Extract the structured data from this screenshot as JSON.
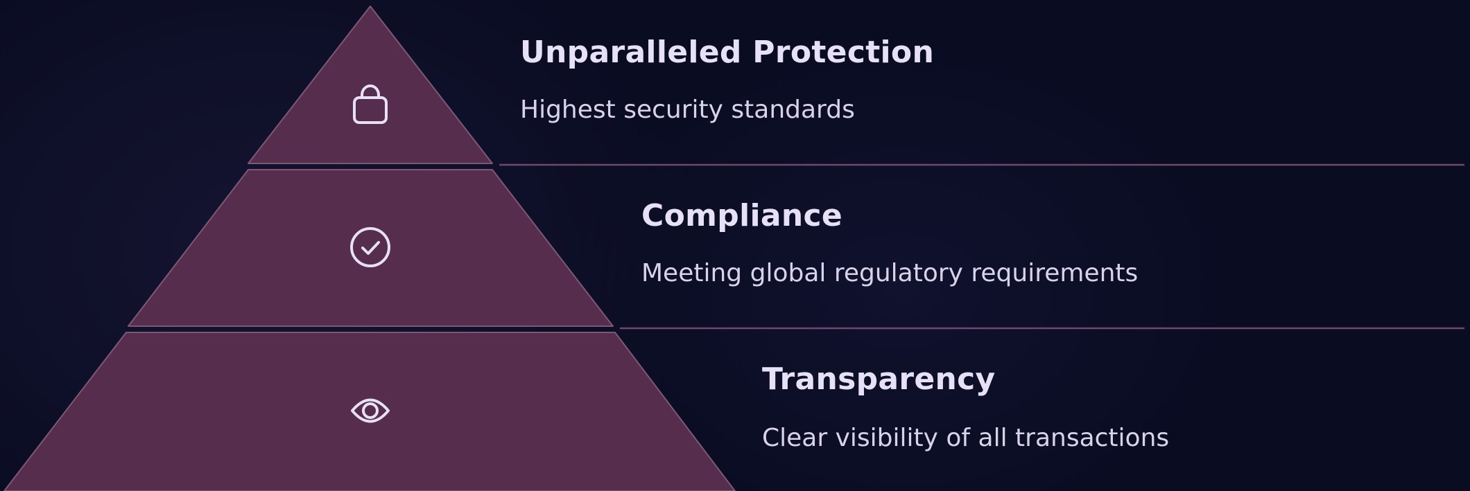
{
  "pyramid": {
    "tiers": [
      {
        "icon": "lock-icon",
        "title": "Unparalleled Protection",
        "subtitle": "Highest security standards"
      },
      {
        "icon": "check-circle-icon",
        "title": "Compliance",
        "subtitle": "Meeting global regulatory requirements"
      },
      {
        "icon": "eye-icon",
        "title": "Transparency",
        "subtitle": "Clear visibility of all transactions"
      }
    ]
  },
  "colors": {
    "background": "#0b0d24",
    "tier_fill": "#572d4d",
    "tier_stroke": "#7c5877",
    "divider": "#6b4a6b",
    "icon_stroke": "#e6e1f6",
    "text": "#e6e1f6"
  }
}
